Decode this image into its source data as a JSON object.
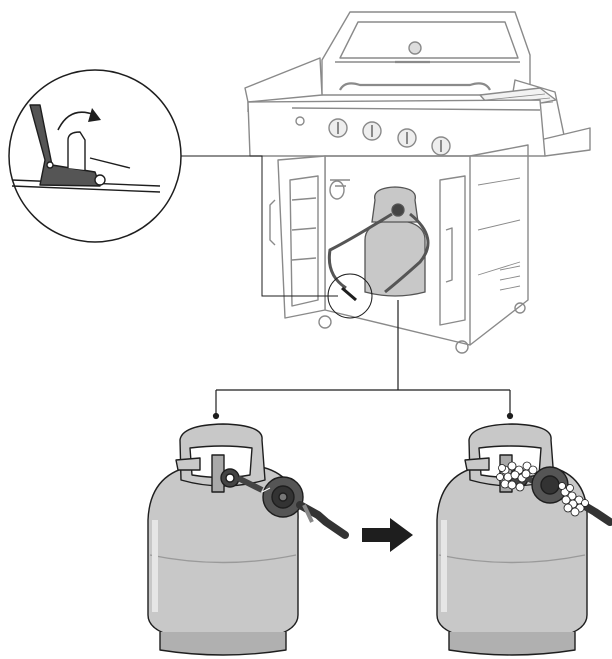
{
  "figure": {
    "panels": [
      {
        "id": "detail-callout",
        "content": "hose-clamp-detail"
      },
      {
        "id": "grill-overview",
        "content": "grill-with-cylinder"
      },
      {
        "id": "cylinder-before",
        "content": "regulator-connected"
      },
      {
        "id": "cylinder-after",
        "content": "leak-test-bubbles"
      }
    ],
    "arrow_direction": "right",
    "colors": {
      "line": "#1e1e1e",
      "cylinder": "#c8c8c8",
      "cylinder_shade": "#a9a9a9",
      "grill_line": "#8a8a8a",
      "dark": "#333333",
      "bubbles": "#ffffff"
    }
  }
}
